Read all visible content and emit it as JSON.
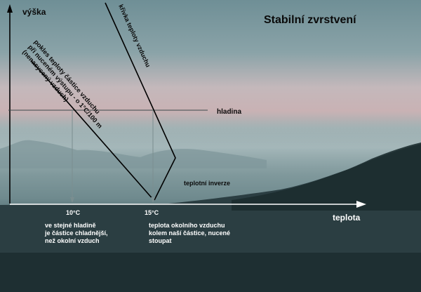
{
  "title": "Stabilní zvrstvení",
  "axes": {
    "y_label": "výška",
    "x_label": "teplota"
  },
  "labels": {
    "air_curve": "křivka teploty vzduchu",
    "parcel_line_1": "pokles teploty částice vzduchu",
    "parcel_line_2": "při nuceném výstupu - o 1°C/100 m",
    "parcel_line_3": "(nenasycený vzduch)",
    "level": "hladina",
    "inversion": "teplotní inverze",
    "temp_10": "10°C",
    "temp_15": "15°C",
    "note_left_1": "ve stejné hladině",
    "note_left_2": "je částice chladnější,",
    "note_left_3": "než okolní vzduch",
    "note_right_1": "teplota okolního vzduchu",
    "note_right_2": "kolem naší částice, nucené",
    "note_right_3": "stoupat"
  },
  "colors": {
    "sky_top": "#7d9aa0",
    "haze_pink": "#c6b4b6",
    "fog": "#8ea5a8",
    "ground": "#24363a",
    "line": "#000000",
    "text_dark": "#0a0a0a",
    "text_light": "#ffffff"
  }
}
